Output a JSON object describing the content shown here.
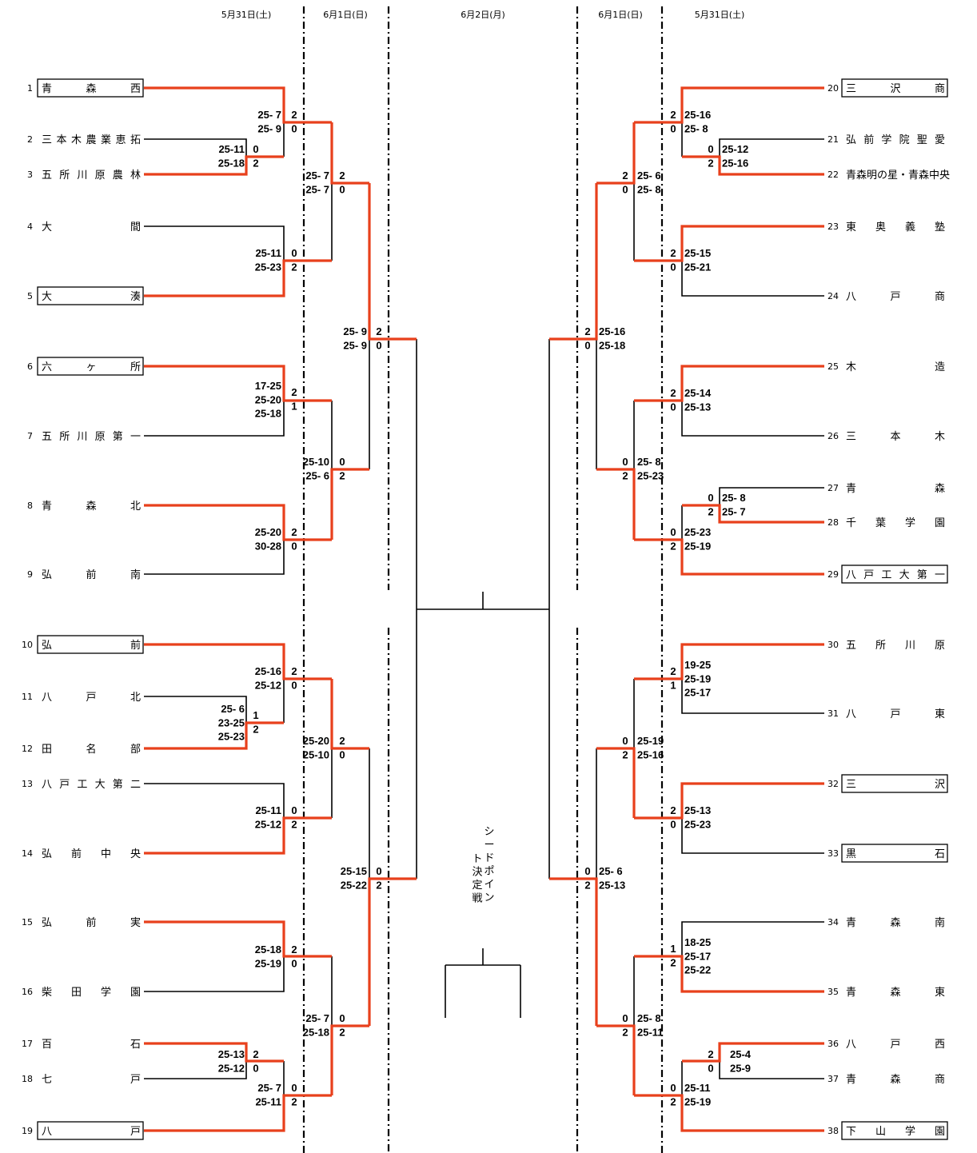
{
  "dates": {
    "left_round1": "5月31日(土)",
    "left_round2": "6月1日(日)",
    "center": "6月2日(月)",
    "right_round2": "6月1日(日)",
    "right_round1": "5月31日(土)"
  },
  "seed_note": "シードポイント決定戦",
  "colors": {
    "winner_line": "#e8401c",
    "line": "#000000",
    "dashdot": "#000000"
  },
  "teams": [
    {
      "num": "1",
      "name": "青森西",
      "seed": true,
      "side": "L"
    },
    {
      "num": "2",
      "name": "三本木農業恵拓",
      "seed": false,
      "side": "L"
    },
    {
      "num": "3",
      "name": "五所川原農林",
      "seed": false,
      "side": "L"
    },
    {
      "num": "4",
      "name": "大間",
      "seed": false,
      "side": "L"
    },
    {
      "num": "5",
      "name": "大湊",
      "seed": true,
      "side": "L"
    },
    {
      "num": "6",
      "name": "六ヶ所",
      "seed": true,
      "side": "L"
    },
    {
      "num": "7",
      "name": "五所川原第一",
      "seed": false,
      "side": "L"
    },
    {
      "num": "8",
      "name": "青森北",
      "seed": false,
      "side": "L"
    },
    {
      "num": "9",
      "name": "弘前南",
      "seed": false,
      "side": "L"
    },
    {
      "num": "10",
      "name": "弘前",
      "seed": true,
      "side": "L"
    },
    {
      "num": "11",
      "name": "八戸北",
      "seed": false,
      "side": "L"
    },
    {
      "num": "12",
      "name": "田名部",
      "seed": false,
      "side": "L"
    },
    {
      "num": "13",
      "name": "八戸工大第二",
      "seed": false,
      "side": "L"
    },
    {
      "num": "14",
      "name": "弘前中央",
      "seed": false,
      "side": "L"
    },
    {
      "num": "15",
      "name": "弘前実",
      "seed": false,
      "side": "L"
    },
    {
      "num": "16",
      "name": "柴田学園",
      "seed": false,
      "side": "L"
    },
    {
      "num": "17",
      "name": "百石",
      "seed": false,
      "side": "L"
    },
    {
      "num": "18",
      "name": "七戸",
      "seed": false,
      "side": "L"
    },
    {
      "num": "19",
      "name": "八戸",
      "seed": true,
      "side": "L"
    },
    {
      "num": "20",
      "name": "三沢商",
      "seed": true,
      "side": "R"
    },
    {
      "num": "21",
      "name": "弘前学院聖愛",
      "seed": false,
      "side": "R"
    },
    {
      "num": "22",
      "name": "青森明の星・青森中央",
      "seed": false,
      "side": "R"
    },
    {
      "num": "23",
      "name": "東奥義塾",
      "seed": false,
      "side": "R"
    },
    {
      "num": "24",
      "name": "八戸商",
      "seed": false,
      "side": "R"
    },
    {
      "num": "25",
      "name": "木造",
      "seed": false,
      "side": "R"
    },
    {
      "num": "26",
      "name": "三本木",
      "seed": false,
      "side": "R"
    },
    {
      "num": "27",
      "name": "青森",
      "seed": false,
      "side": "R"
    },
    {
      "num": "28",
      "name": "千葉学園",
      "seed": false,
      "side": "R"
    },
    {
      "num": "29",
      "name": "八戸工大第一",
      "seed": true,
      "side": "R"
    },
    {
      "num": "30",
      "name": "五所川原",
      "seed": false,
      "side": "R"
    },
    {
      "num": "31",
      "name": "八戸東",
      "seed": false,
      "side": "R"
    },
    {
      "num": "32",
      "name": "三沢",
      "seed": true,
      "side": "R"
    },
    {
      "num": "33",
      "name": "黒石",
      "seed": true,
      "side": "R"
    },
    {
      "num": "34",
      "name": "青森南",
      "seed": false,
      "side": "R"
    },
    {
      "num": "35",
      "name": "青森東",
      "seed": false,
      "side": "R"
    },
    {
      "num": "36",
      "name": "八戸西",
      "seed": false,
      "side": "R"
    },
    {
      "num": "37",
      "name": "青森商",
      "seed": false,
      "side": "R"
    },
    {
      "num": "38",
      "name": "下山学園",
      "seed": true,
      "side": "R"
    }
  ],
  "matches": [
    {
      "id": "m2v3",
      "sets": [
        "25-11",
        "25-18"
      ],
      "score": [
        "0",
        "2"
      ]
    },
    {
      "id": "m1v23",
      "sets": [
        "25- 7",
        "25- 9"
      ],
      "score": [
        "2",
        "0"
      ]
    },
    {
      "id": "m4v5",
      "sets": [
        "25-11",
        "25-23"
      ],
      "score": [
        "0",
        "2"
      ]
    },
    {
      "id": "mA",
      "sets": [
        "25- 7",
        "25- 7"
      ],
      "score": [
        "2",
        "0"
      ]
    },
    {
      "id": "m6v7",
      "sets": [
        "17-25",
        "25-20",
        "25-18"
      ],
      "score": [
        "2",
        "1"
      ]
    },
    {
      "id": "m8v9",
      "sets": [
        "25-20",
        "30-28"
      ],
      "score": [
        "2",
        "0"
      ]
    },
    {
      "id": "mB",
      "sets": [
        "25-10",
        "25- 6"
      ],
      "score": [
        "0",
        "2"
      ]
    },
    {
      "id": "mL1",
      "sets": [
        "25- 9",
        "25- 9"
      ],
      "score": [
        "2",
        "0"
      ]
    },
    {
      "id": "m11v12",
      "sets": [
        "25- 6",
        "23-25",
        "25-23"
      ],
      "score": [
        "1",
        "2"
      ]
    },
    {
      "id": "m10v1112",
      "sets": [
        "25-16",
        "25-12"
      ],
      "score": [
        "2",
        "0"
      ]
    },
    {
      "id": "m13v14",
      "sets": [
        "25-11",
        "25-12"
      ],
      "score": [
        "0",
        "2"
      ]
    },
    {
      "id": "mC",
      "sets": [
        "25-20",
        "25-10"
      ],
      "score": [
        "2",
        "0"
      ]
    },
    {
      "id": "m15v16",
      "sets": [
        "25-18",
        "25-19"
      ],
      "score": [
        "2",
        "0"
      ]
    },
    {
      "id": "m17v18",
      "sets": [
        "25-13",
        "25-12"
      ],
      "score": [
        "2",
        "0"
      ]
    },
    {
      "id": "m1718v19",
      "sets": [
        "25- 7",
        "25-11"
      ],
      "score": [
        "0",
        "2"
      ]
    },
    {
      "id": "mD",
      "sets": [
        "25- 7",
        "25-18"
      ],
      "score": [
        "0",
        "2"
      ]
    },
    {
      "id": "mL2",
      "sets": [
        "25-15",
        "25-22"
      ],
      "score": [
        "0",
        "2"
      ]
    },
    {
      "id": "m21v22",
      "sets": [
        "25-12",
        "25-16"
      ],
      "score": [
        "0",
        "2"
      ]
    },
    {
      "id": "m20v2122",
      "sets": [
        "25-16",
        "25- 8"
      ],
      "score": [
        "2",
        "0"
      ]
    },
    {
      "id": "m23v24",
      "sets": [
        "25-15",
        "25-21"
      ],
      "score": [
        "2",
        "0"
      ]
    },
    {
      "id": "mE",
      "sets": [
        "25- 6",
        "25- 8"
      ],
      "score": [
        "2",
        "0"
      ]
    },
    {
      "id": "m25v26",
      "sets": [
        "25-14",
        "25-13"
      ],
      "score": [
        "2",
        "0"
      ]
    },
    {
      "id": "m27v28",
      "sets": [
        "25- 8",
        "25- 7"
      ],
      "score": [
        "0",
        "2"
      ]
    },
    {
      "id": "m2728v29",
      "sets": [
        "25-23",
        "25-19"
      ],
      "score": [
        "0",
        "2"
      ]
    },
    {
      "id": "mF",
      "sets": [
        "25- 8",
        "25-23"
      ],
      "score": [
        "0",
        "2"
      ]
    },
    {
      "id": "mR1",
      "sets": [
        "25-16",
        "25-18"
      ],
      "score": [
        "2",
        "0"
      ]
    },
    {
      "id": "m30v31",
      "sets": [
        "19-25",
        "25-19",
        "25-17"
      ],
      "score": [
        "2",
        "1"
      ]
    },
    {
      "id": "m32v33",
      "sets": [
        "25-13",
        "25-23"
      ],
      "score": [
        "2",
        "0"
      ]
    },
    {
      "id": "mG",
      "sets": [
        "25-19",
        "25-16"
      ],
      "score": [
        "0",
        "2"
      ]
    },
    {
      "id": "m34v35",
      "sets": [
        "18-25",
        "25-17",
        "25-22"
      ],
      "score": [
        "1",
        "2"
      ]
    },
    {
      "id": "m36v37",
      "sets": [
        "25-4",
        "25-9"
      ],
      "score": [
        "2",
        "0"
      ]
    },
    {
      "id": "m3637v38",
      "sets": [
        "25-11",
        "25-19"
      ],
      "score": [
        "0",
        "2"
      ]
    },
    {
      "id": "mH",
      "sets": [
        "25- 8",
        "25-11"
      ],
      "score": [
        "0",
        "2"
      ]
    },
    {
      "id": "mR2",
      "sets": [
        "25- 6",
        "25-13"
      ],
      "score": [
        "0",
        "2"
      ]
    }
  ]
}
